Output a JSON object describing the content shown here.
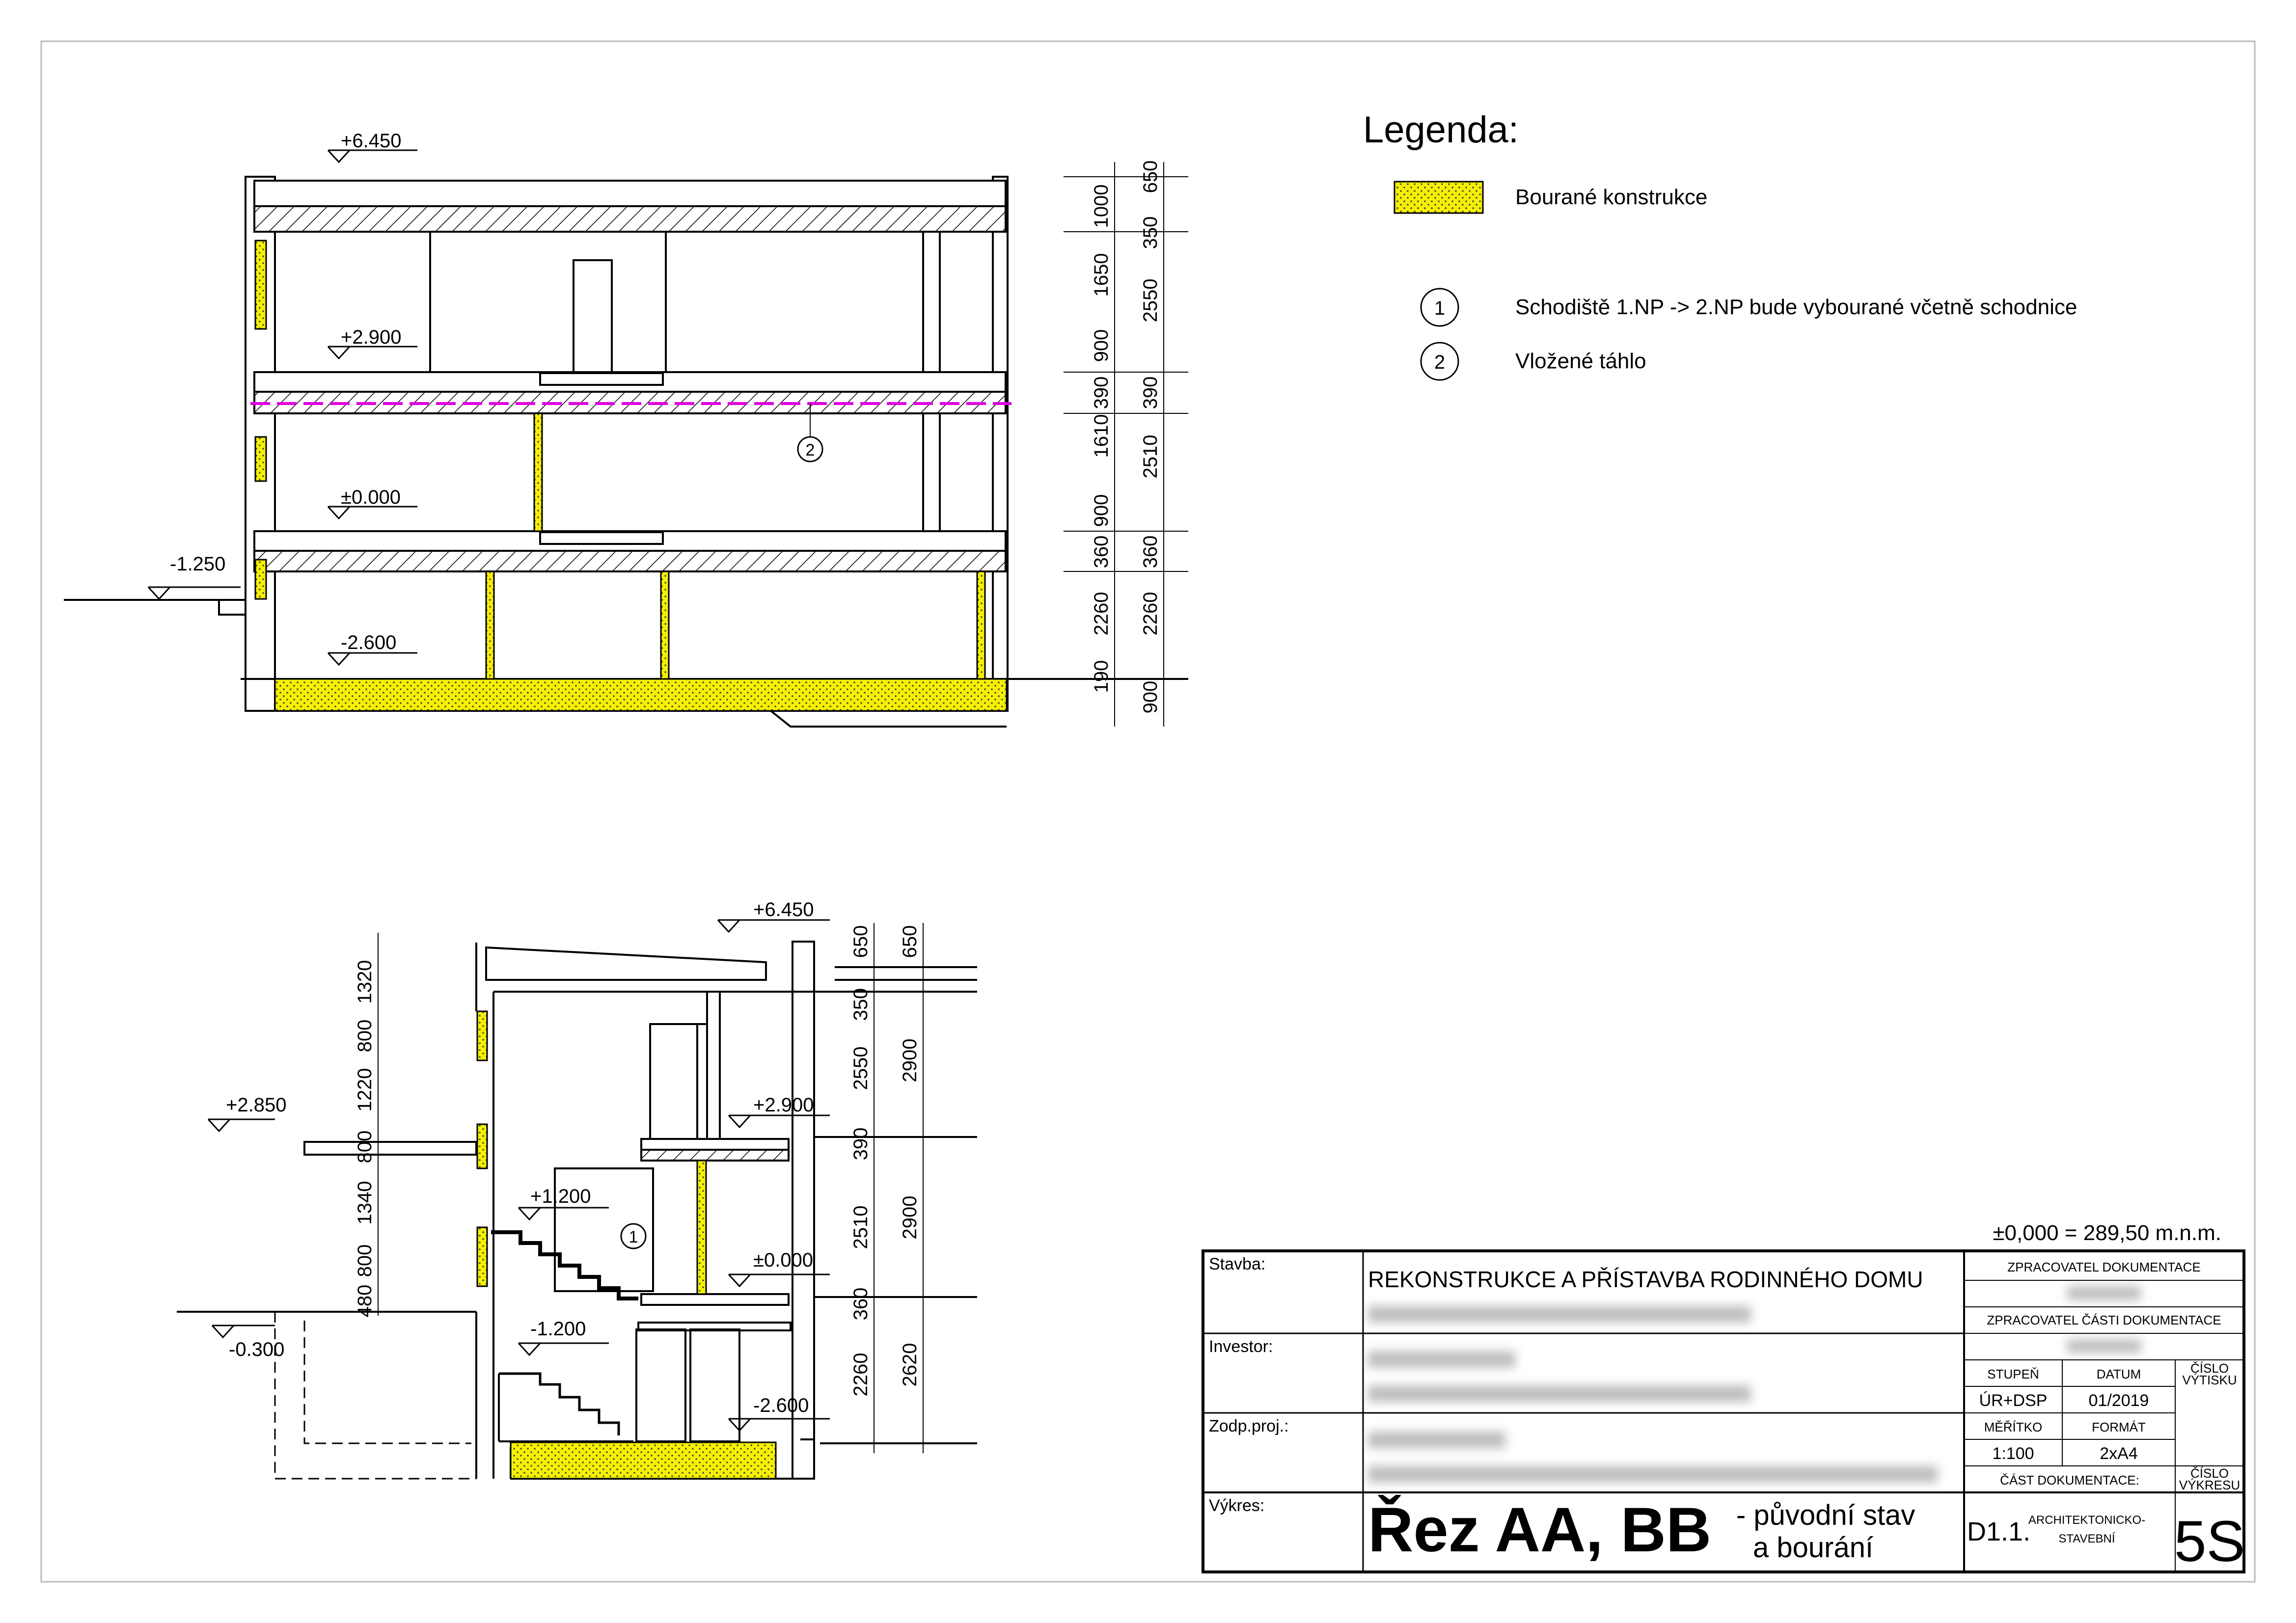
{
  "legend": {
    "title": "Legenda:",
    "demolished_label": "Bourané konstrukce",
    "notes": [
      {
        "num": "1",
        "text": "Schodiště 1.NP -> 2.NP bude vybourané včetně schodnice"
      },
      {
        "num": "2",
        "text": "Vložené táhlo"
      }
    ]
  },
  "section_aa": {
    "levels": [
      "+6.450",
      "+2.900",
      "±0.000",
      "-1.250",
      "-2.600"
    ],
    "dims_inner": [
      "1000",
      "1650",
      "900",
      "390",
      "1610",
      "900",
      "360",
      "2260",
      "190"
    ],
    "dims_outer": [
      "650",
      "350",
      "2550",
      "390",
      "2510",
      "360",
      "2260",
      "900"
    ],
    "marker": "2"
  },
  "section_bb": {
    "levels": [
      "+6.450",
      "+2.900",
      "+2.850",
      "+1.200",
      "±0.000",
      "-0.300",
      "-1.200",
      "-2.600"
    ],
    "dims_left": [
      "1320",
      "800",
      "1220",
      "800",
      "1340",
      "800",
      "480"
    ],
    "dims_mid": [
      "650",
      "350",
      "2550",
      "390",
      "2510",
      "360",
      "2260"
    ],
    "dims_right": [
      "650",
      "2900",
      "2900",
      "2620"
    ],
    "marker": "1"
  },
  "datum": "±0,000 = 289,50 m.n.m.",
  "title_block": {
    "stavba_label": "Stavba:",
    "stavba_value": "REKONSTRUKCE A PŘÍSTAVBA RODINNÉHO DOMU",
    "investor_label": "Investor:",
    "zodp_label": "Zodp.proj.:",
    "vykres_label": "Výkres:",
    "zpracovatel_dok": "ZPRACOVATEL DOKUMENTACE",
    "zpracovatel_casti": "ZPRACOVATEL ČÁSTI DOKUMENTACE",
    "stupen_label": "STUPEŇ",
    "stupen_value": "ÚR+DSP",
    "datum_label": "DATUM",
    "datum_value": "01/2019",
    "cislo_vytisku_1": "ČÍSLO",
    "cislo_vytisku_2": "VÝTISKU",
    "meritko_label": "MĚŘÍTKO",
    "meritko_value": "1:100",
    "format_label": "FORMÁT",
    "format_value": "2xA4",
    "cast_dok_label": "ČÁST DOKUMENTACE:",
    "cislo_vykresu_1": "ČÍSLO",
    "cislo_vykresu_2": "VÝKRESU",
    "drawing_title": "Řez AA, BB",
    "drawing_sub_1": "- původní stav",
    "drawing_sub_2": "a bourání",
    "part_code": "D1.1.",
    "part_name_1": "ARCHITEKTONICKO-",
    "part_name_2": "STAVEBNÍ",
    "sheet_no": "5S"
  },
  "colors": {
    "demolished_fill": "#f5f000",
    "tie_rod": "#e000e0",
    "line": "#000000"
  }
}
